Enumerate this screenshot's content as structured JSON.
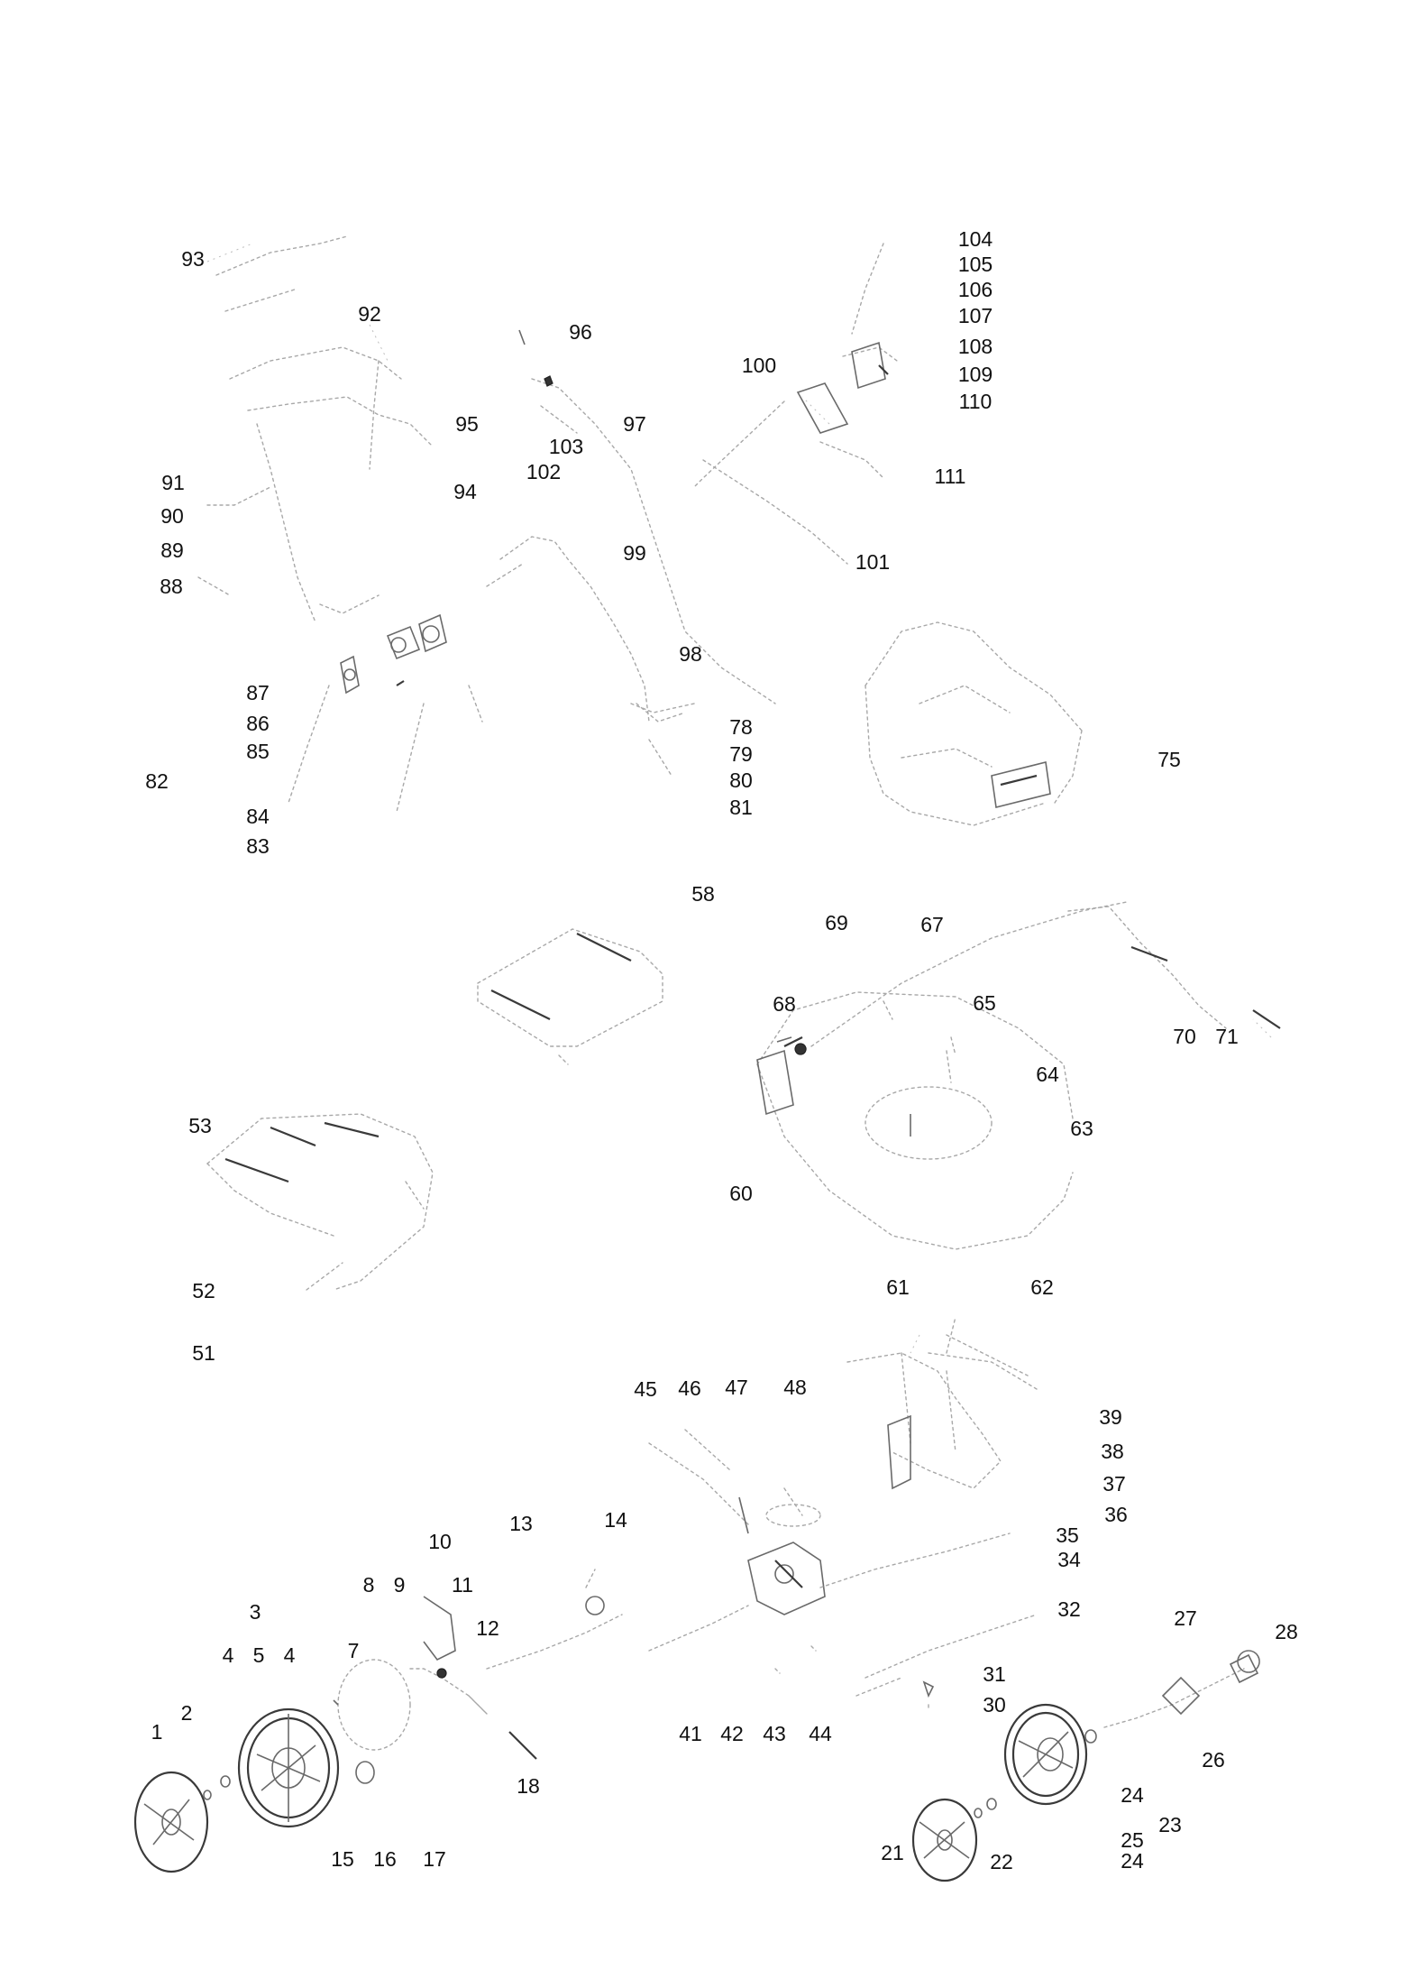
{
  "callouts": [
    "93",
    "92",
    "96",
    "100",
    "104",
    "105",
    "106",
    "107",
    "108",
    "109",
    "110",
    "95",
    "97",
    "103",
    "102",
    "91",
    "94",
    "111",
    "90",
    "89",
    "99",
    "101",
    "88",
    "98",
    "87",
    "86",
    "78",
    "75",
    "85",
    "79",
    "82",
    "80",
    "84",
    "81",
    "83",
    "58",
    "69",
    "67",
    "68",
    "65",
    "70",
    "71",
    "64",
    "53",
    "63",
    "60",
    "52",
    "61",
    "62",
    "51",
    "45",
    "46",
    "47",
    "48",
    "39",
    "38",
    "37",
    "36",
    "35",
    "13",
    "14",
    "10",
    "34",
    "8",
    "9",
    "11",
    "3",
    "32",
    "27",
    "12",
    "28",
    "4",
    "5",
    "4",
    "7",
    "31",
    "30",
    "2",
    "1",
    "41",
    "42",
    "43",
    "44",
    "18",
    "26",
    "24",
    "23",
    "25",
    "21",
    "24",
    "22",
    "15",
    "16",
    "17"
  ],
  "colors": {
    "line_art": "#a8a8a8",
    "line_dark": "#3a3a3a",
    "text": "#111111",
    "background": "#ffffff"
  }
}
